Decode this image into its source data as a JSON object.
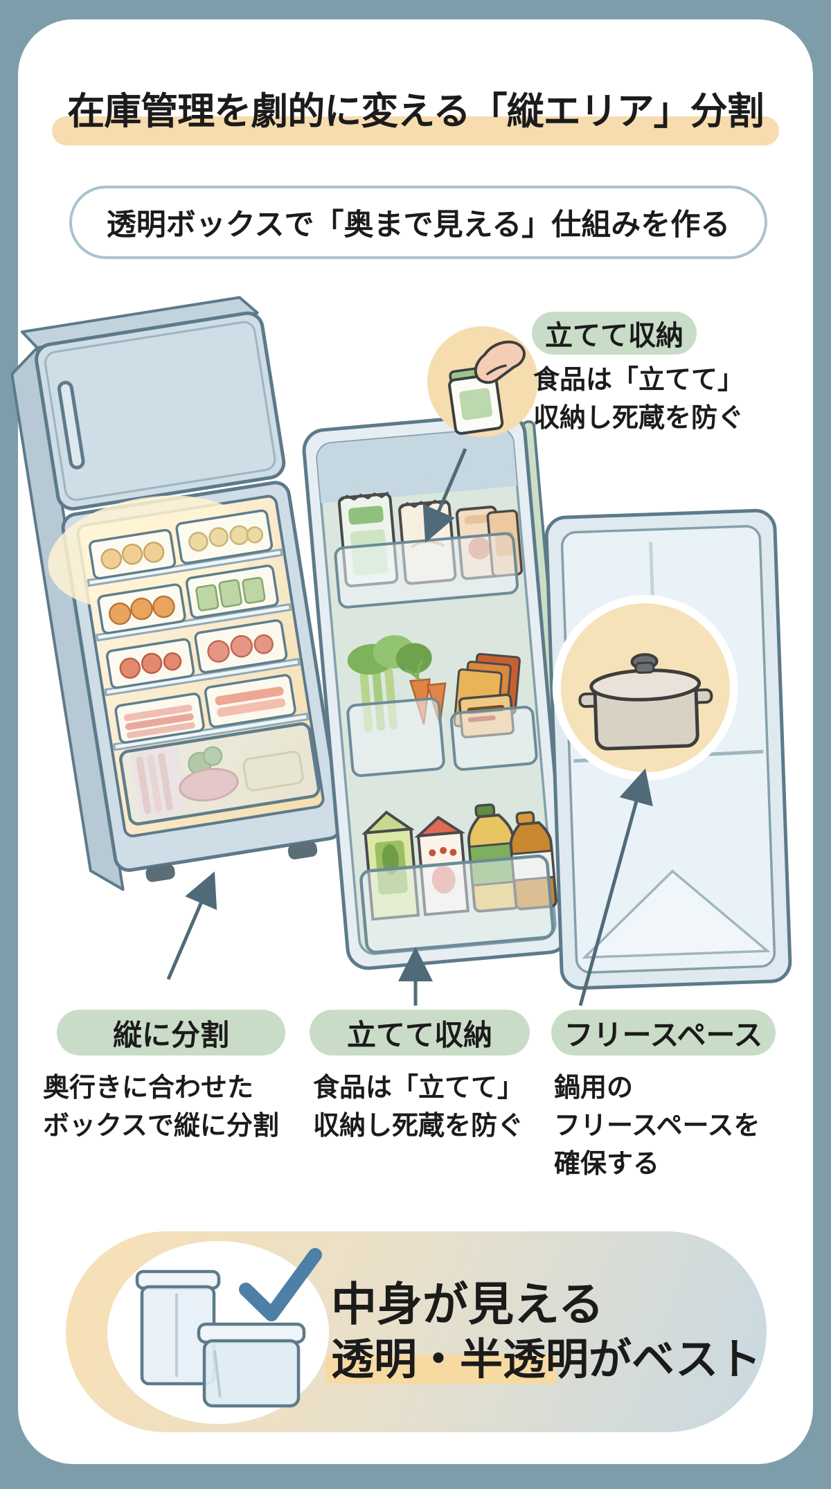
{
  "page": {
    "background_color": "#7e9dab",
    "card_color": "#ffffff"
  },
  "title": {
    "text": "在庫管理を劇的に変える「縦エリア」分割",
    "highlight_color": "#f6dcae"
  },
  "subtitle": {
    "text": "透明ボックスで「奥まで見える」仕組みを作る",
    "border_color": "#a9c3cd"
  },
  "callout_top": {
    "badge": "立てて収納",
    "description": "食品は「立てて」\n収納し死蔵を防ぐ",
    "icon": "hand-picking-bag-icon",
    "badge_color": "#c9dcc7",
    "icon_circle_color": "#f5ddb0"
  },
  "labels": [
    {
      "badge": "縦に分割",
      "description": "奥行きに合わせた\nボックスで縦に分割"
    },
    {
      "badge": "立てて収納",
      "description": "食品は「立てて」\n収納し死蔵を防ぐ"
    },
    {
      "badge": "フリースペース",
      "description": "鍋用の\nフリースペースを\n確保する"
    }
  ],
  "bottom_note": {
    "line1": "中身が見える",
    "line2": "透明・半透明がベスト",
    "highlight_color": "#f7d9a2",
    "icons": [
      "transparent-containers-icon",
      "check-icon"
    ]
  },
  "illustration_icons": {
    "fridge": "open-refrigerator-illustration",
    "pot": "pot-icon",
    "hand": "hand-picking-bag-icon",
    "arrows_color": "#4f6b7a"
  }
}
